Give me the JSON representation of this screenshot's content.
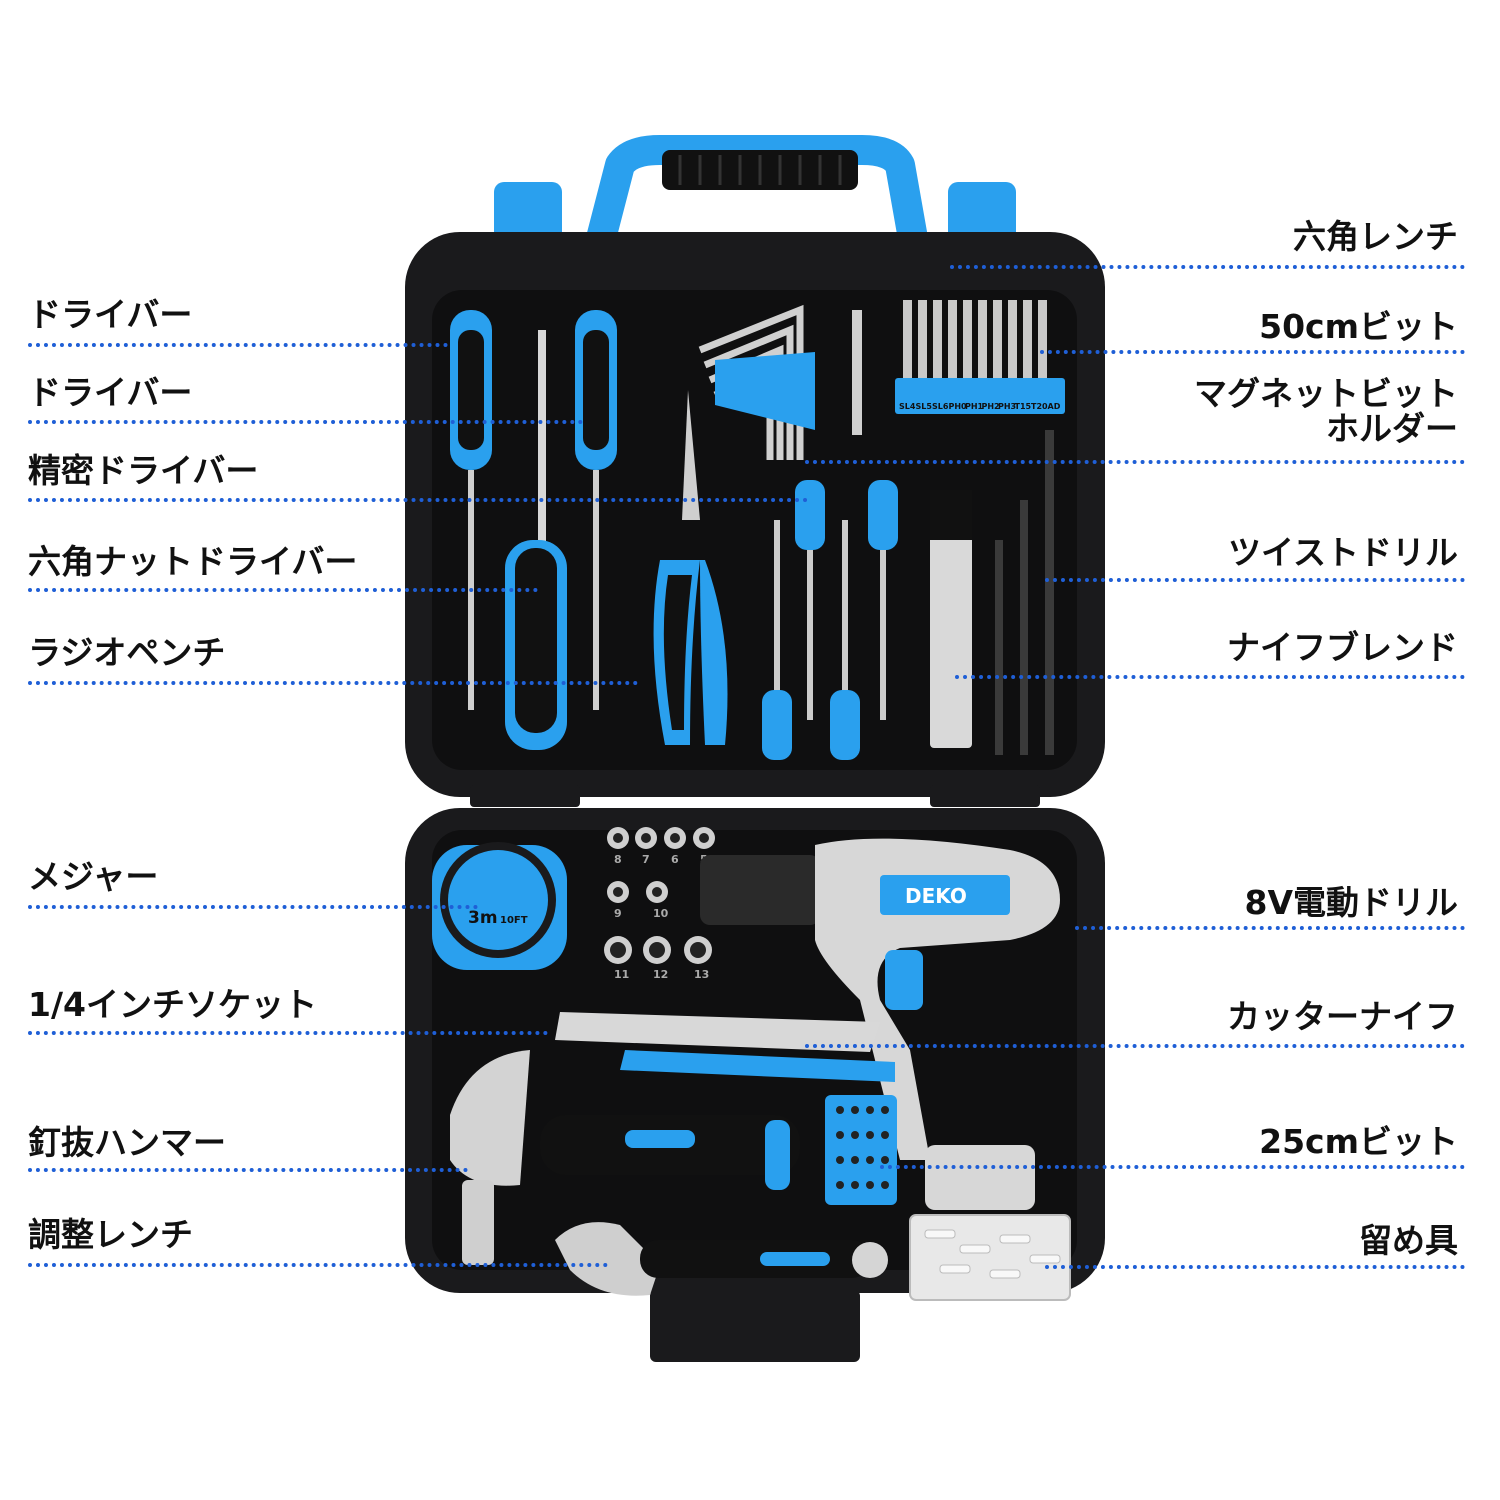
{
  "colors": {
    "accent": "#2aa0ee",
    "case": "#1a1a1c",
    "tray": "#0f0f10",
    "leader": "#1f5fd6"
  },
  "brand": "DEKO",
  "tape_measure": {
    "size": "3m",
    "size_ft": "10FT"
  },
  "socket_sizes": [
    "8",
    "7",
    "6",
    "5",
    "9",
    "10",
    "11",
    "12",
    "13"
  ],
  "bit_holder_codes": [
    "SL4",
    "SL5",
    "SL6",
    "PH0",
    "PH1",
    "PH2",
    "PH3",
    "T15",
    "T20",
    "AD"
  ],
  "labels_left": [
    "ドライバー",
    "ドライバー",
    "精密ドライバー",
    "六角ナットドライバー",
    "ラジオペンチ",
    "メジャー",
    "1/4インチソケット",
    "釘抜ハンマー",
    "調整レンチ"
  ],
  "labels_right": [
    "六角レンチ",
    "50cmビット",
    "マグネットビット",
    "ホルダー",
    "ツイストドリル",
    "ナイフブレンド",
    "8V電動ドリル",
    "カッターナイフ",
    "25cmビット",
    "留め具"
  ]
}
